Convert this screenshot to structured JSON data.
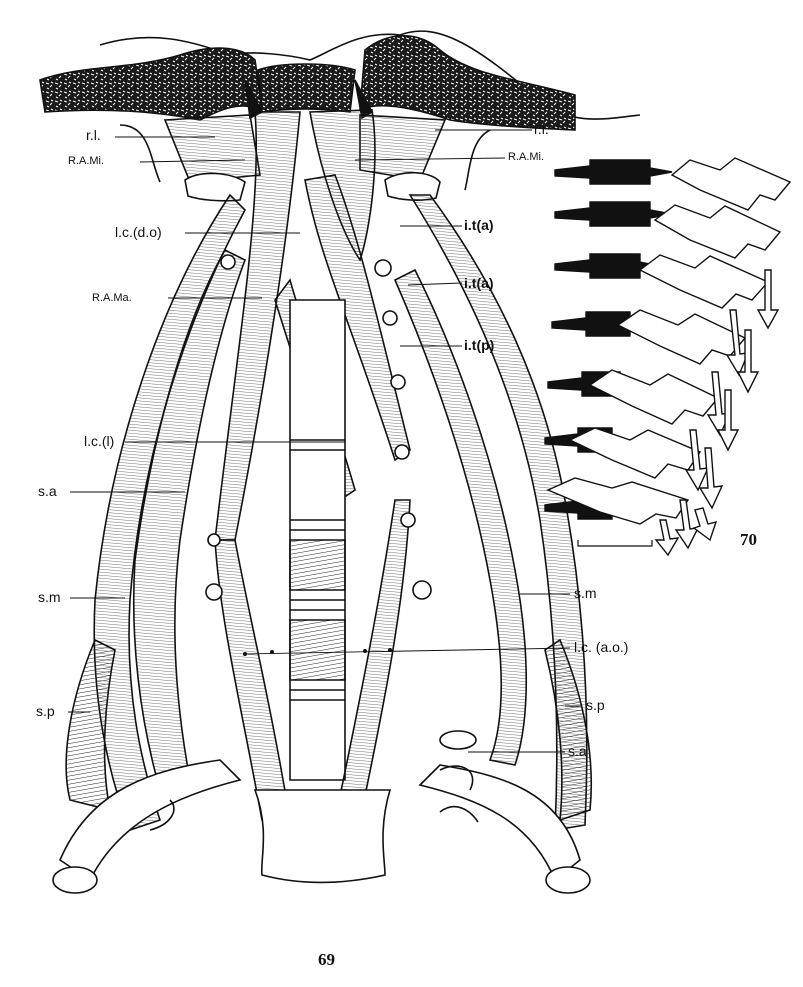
{
  "figure": {
    "number_main": "69",
    "number_inset": "70",
    "labels": {
      "rl_left": "r.l.",
      "rl_right": "r.l.",
      "rami_left": "R.A.Mi.",
      "rami_right": "R.A.Mi.",
      "lcdo": "l.c.(d.o)",
      "rama": "R.A.Ma.",
      "lcl": "l.c.(l)",
      "sa_left": "s.a",
      "sm_left": "s.m",
      "sp_left": "s.p",
      "ita_1": "i.t(a)",
      "ita_2": "i.t(a)",
      "itp": "i.t(p)",
      "sm_right": "s.m",
      "lcao": "l.c. (a.o.)",
      "sp_right": "s.p",
      "sa_right": "s.a"
    }
  }
}
